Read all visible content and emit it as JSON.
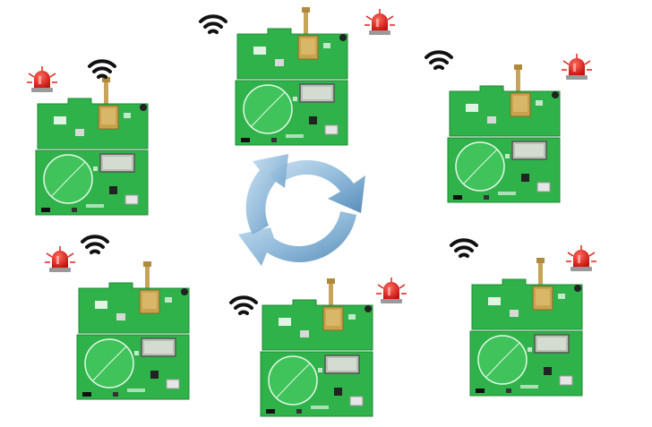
{
  "diagram": {
    "nodes": [
      {
        "id": "board-top-center",
        "icon": "green-circuit-board-icon",
        "alarm": "red-siren-icon",
        "signal": "wifi-signal-icon"
      },
      {
        "id": "board-top-left",
        "icon": "green-circuit-board-icon",
        "alarm": "red-siren-icon",
        "signal": "wifi-signal-icon"
      },
      {
        "id": "board-top-right",
        "icon": "green-circuit-board-icon",
        "alarm": "red-siren-icon",
        "signal": "wifi-signal-icon"
      },
      {
        "id": "board-bottom-left",
        "icon": "green-circuit-board-icon",
        "alarm": "red-siren-icon",
        "signal": "wifi-signal-icon"
      },
      {
        "id": "board-bottom-center",
        "icon": "green-circuit-board-icon",
        "alarm": "red-siren-icon",
        "signal": "wifi-signal-icon"
      },
      {
        "id": "board-bottom-right",
        "icon": "green-circuit-board-icon",
        "alarm": "red-siren-icon",
        "signal": "wifi-signal-icon"
      }
    ],
    "center": {
      "icon": "circular-refresh-arrows-icon"
    },
    "colors": {
      "pcb": "#2fb24a",
      "pcb_dark": "#1f8a34",
      "siren": "#e0201a",
      "arrows": "#8db8d9",
      "signal": "#111111"
    }
  }
}
